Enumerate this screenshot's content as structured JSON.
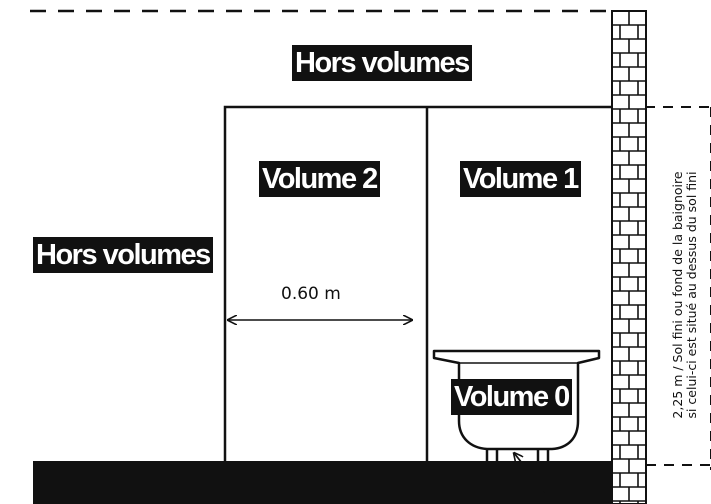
{
  "labels": {
    "hors_volumes_top": "Hors volumes",
    "hors_volumes_left": "Hors volumes",
    "volume_2": "Volume 2",
    "volume_1": "Volume 1",
    "volume_0": "Volume 0"
  },
  "dimension": {
    "width_text": "0.60 m"
  },
  "height_note": {
    "line1": "2,25 m / Sol fini ou fond de la baignoire",
    "line2": "si celui-ci est situé au dessus du sol fini"
  },
  "colors": {
    "ink": "#111111",
    "label_background": "#111111",
    "label_text": "#ffffff",
    "background": "#ffffff"
  }
}
